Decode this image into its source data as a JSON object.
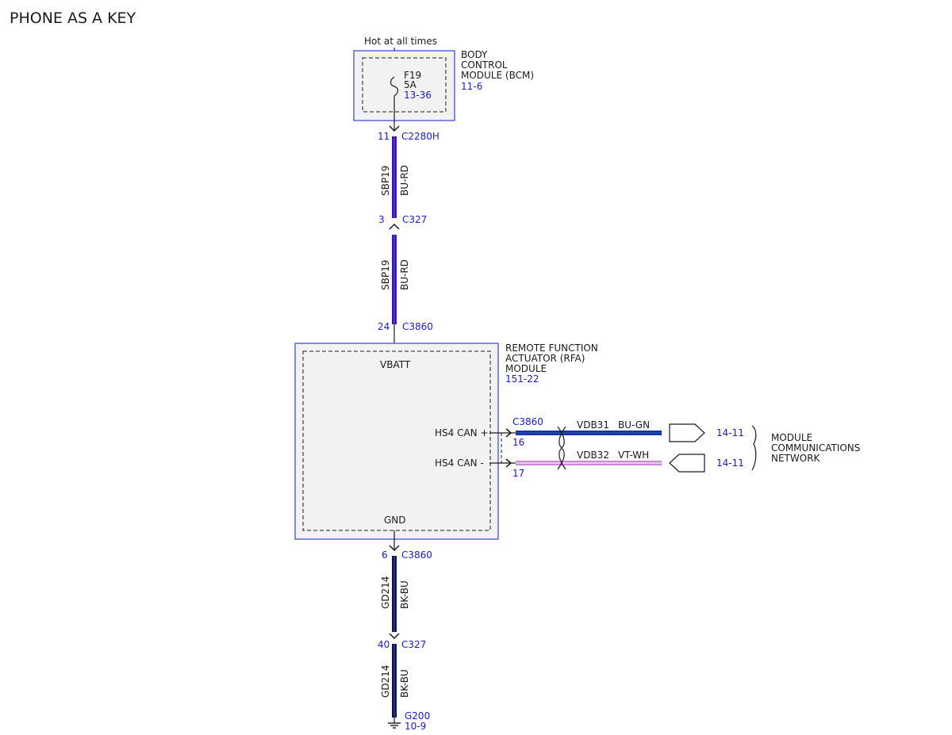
{
  "title": "PHONE AS A KEY",
  "colors": {
    "link_blue": "#1a1acc",
    "wire_bu_rd_outer": "#2020c0",
    "wire_bu_rd_inner": "#7a1fa0",
    "wire_bk_bu": "#151540",
    "wire_bu_gn": "#1a2fb0",
    "wire_vt_wh": "#c78ad0",
    "module_fill": "#f2f2f2",
    "module_border": "#3344cc"
  },
  "power": {
    "label": "Hot at all times"
  },
  "bcm": {
    "name_line1": "BODY",
    "name_line2": "CONTROL",
    "name_line3": "MODULE (BCM)",
    "ref": "11-6",
    "fuse_id": "F19",
    "fuse_rating": "5A",
    "fuse_ref": "13-36"
  },
  "connectors": {
    "c2280h_pin": "11",
    "c2280h": "C2280H",
    "c327_pin_a": "3",
    "c327_a": "C327",
    "c3860_pin_a": "24",
    "c3860_a": "C3860",
    "c3860_pin_gnd": "6",
    "c3860_gnd": "C3860",
    "c327_pin_gnd": "40",
    "c327_gnd": "C327",
    "c3860_can": "C3860",
    "can_pin_plus": "16",
    "can_pin_minus": "17"
  },
  "wires": {
    "circuit_power": "SBP19",
    "color_power": "BU-RD",
    "circuit_gnd": "GD214",
    "color_gnd": "BK-BU",
    "circuit_can_plus": "VDB31",
    "color_can_plus": "BU-GN",
    "circuit_can_minus": "VDB32",
    "color_can_minus": "VT-WH"
  },
  "rfa": {
    "name_line1": "REMOTE FUNCTION",
    "name_line2": "ACTUATOR (RFA)",
    "name_line3": "MODULE",
    "ref": "151-22",
    "pin_vbatt": "VBATT",
    "pin_gnd": "GND",
    "pin_can_plus": "HS4 CAN +",
    "pin_can_minus": "HS4 CAN -"
  },
  "network": {
    "ref_plus": "14-11",
    "ref_minus": "14-11",
    "label_line1": "MODULE",
    "label_line2": "COMMUNICATIONS",
    "label_line3": "NETWORK"
  },
  "ground": {
    "id": "G200",
    "ref": "10-9"
  }
}
